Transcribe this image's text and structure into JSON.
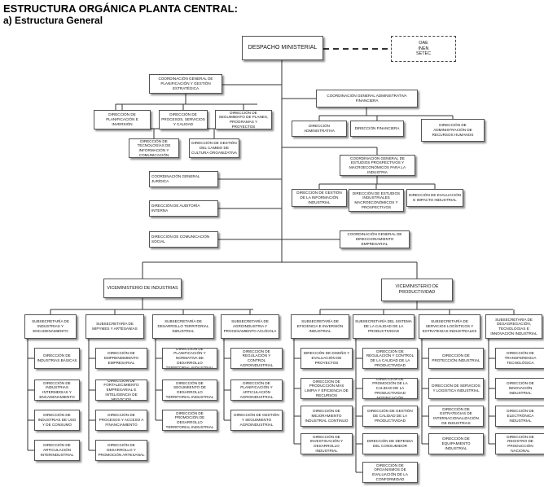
{
  "title": "ESTRUCTURA ORGÁNICA PLANTA CENTRAL:",
  "subtitle": "a) Estructura General",
  "nodes": {
    "despacho": "DESPACHO MINISTERIAL",
    "adscritas": "OAE\nINEN\nSETEC",
    "cg_planificacion": "COORDINACIÓN GENERAL DE PLANIFICACIÓN Y GESTIÓN ESTRATÉGICA",
    "d_planificacion_inversion": "DIRECCIÓN DE PLANIFICACIÓN E INVERSIÓN",
    "d_procesos_servicios": "DIRECCIÓN DE PROCESOS, SERVICIOS Y CALIDAD",
    "d_seguimiento_planes": "DIRECCIÓN DE SEGUIMIENTO DE PLANES, PROGRAMAS Y PROYECTOS",
    "d_tecnologias": "DIRECCIÓN DE TECNOLOGÍAS DE INFORMACIÓN Y COMUNICACIÓN",
    "d_gestion_cambio": "DIRECCIÓN DE GESTIÓN DEL CAMBIO DE CULTURA ORGANIZATIVA",
    "cg_juridica": "COORDINACIÓN GENERAL JURÍDICA",
    "d_auditoria": "DIRECCIÓN DE AUDITORÍA INTERNA",
    "d_comunicacion": "DIRECCIÓN DE COMUNICACIÓN SOCIAL",
    "cg_administrativa": "COORDINACIÓN GENERAL ADMINISTRATIVA FINANCIERA",
    "d_administrativa": "DIRECCIÓN ADMINISTRATIVA",
    "d_financiera": "DIRECCIÓN FINANCIERA",
    "d_talento": "DIRECCIÓN DE ADMINISTRACIÓN DE RECURSOS HUMANOS",
    "cg_estudios": "COORDINACIÓN GENERAL DE ESTUDIOS PROSPECTIVOS Y MACROECONÓMICOS PARA LA INDUSTRIA",
    "d_info_industrial": "DIRECCIÓN DE GESTIÓN DE LA INFORMACIÓN INDUSTRIAL",
    "d_estudios_industriales": "DIRECCIÓN DE ESTUDIOS INDUSTRIALES MACROECONÓMICOS Y PROSPECTIVOS",
    "d_evaluacion": "DIRECCIÓN DE EVALUACIÓN E IMPACTO INDUSTRIAL",
    "cg_direccionamiento": "COORDINACIÓN GENERAL DE DIRECCIONAMIENTO EMPRESARIAL",
    "vm_industrias": "VICEMINISTERIO DE INDUSTRIAS",
    "vm_productividad": "VICEMINISTERIO DE PRODUCTIVIDAD",
    "ss_industrias": "SUBSECRETARÍA DE INDUSTRIAS Y ENCADENAMIENTO",
    "ss_mipymes": "SUBSECRETARÍA DE MIPYMES Y ARTESANÍAS",
    "ss_territorial": "SUBSECRETARÍA DE DESARROLLO TERRITORIAL INDUSTRIAL",
    "ss_agroindustria": "SUBSECRETARÍA DE AGROINDUSTRIA Y PROCESAMIENTO ACUÍCOLA",
    "ss_eficiencia": "SUBSECRETARÍA DE EFICIENCIA E INVERSIÓN INDUSTRIAL",
    "ss_calidad": "SUBSECRETARÍA DEL SISTEMA DE LA CALIDAD DE LA PRODUCTIVIDAD",
    "ss_servicios": "SUBSECRETARÍA DE SERVICIOS LOGÍSTICOS Y ESTRATEGIAS INDUSTRIALES",
    "ss_desagregacion": "SUBSECRETARÍA DE DESAGREGACIÓN, TECNOLOGÍAS E INNOVACIÓN INDUSTRIAL"
  },
  "columns": {
    "ss_industrias": [
      "DIRECCIÓN DE INDUSTRIAS BÁSICAS",
      "DIRECCIÓN DE INDUSTRIAS INTERMEDIAS Y ENCADENAMIENTO",
      "DIRECCIÓN DE INDUSTRIAS DE USO Y DE CONSUMO",
      "DIRECCIÓN DE ARTICULACIÓN INTERINDUSTRIAL"
    ],
    "ss_mipymes": [
      "DIRECCIÓN DE EMPRENDIMIENTO EMPRESARIAL",
      "DIRECCIÓN DE FORTALECIMIENTO EMPRESARIAL E INTELIGENCIA DE NEGOCIOS",
      "DIRECCIÓN DE PROCESOS Y ACCESO A FINANCIAMIENTO",
      "DIRECCIÓN DE DESARROLLO Y PROMOCIÓN ARTESANAL"
    ],
    "ss_territorial": [
      "DIRECCIÓN DE PLANIFICACIÓN Y NORMATIVA DE DESARROLLO TERRITORIAL INDUSTRIAL",
      "DIRECCIÓN DE SEGUIMIENTO DE DESARROLLO TERRITORIAL INDUSTRIAL",
      "DIRECCIÓN DE PROMOCIÓN DE DESARROLLO TERRITORIAL INDUSTRIAL"
    ],
    "ss_agroindustria": [
      "DIRECCIÓN DE REGULACIÓN Y CONTROL AGROINDUSTRIAL",
      "DIRECCIÓN DE PLANIFICACIÓN Y ARTICULACIÓN AGROINDUSTRIAL",
      "DIRECCIÓN DE GESTIÓN Y SEGUIMIENTO AGROINDUSTRIAL"
    ],
    "ss_eficiencia": [
      "DIRECCIÓN DE DISEÑO Y EVALUACIÓN DE PROYECTOS",
      "DIRECCIÓN DE PRODUCCIÓN MÁS LIMPIA Y EFICIENCIA DE RECURSOS",
      "DIRECCIÓN DE MEJORAMIENTO INDUSTRIAL CONTINUO",
      "DIRECCIÓN DE INVESTIGACIÓN Y DESARROLLO INDUSTRIAL"
    ],
    "ss_calidad": [
      "DIRECCIÓN DE REGULACIÓN Y CONTROL DE LA CALIDAD DE LA PRODUCTIVIDAD",
      "DIRECCIÓN DE PROMOCIÓN DE LA CALIDAD DE LA PRODUCTIVIDAD NOTIFICACIÓN",
      "DIRECCIÓN DE GESTIÓN DE CALIDAD DE LA PRODUCTIVIDAD",
      "DIRECCIÓN DE DEFENSA DEL CONSUMIDOR",
      "DIRECCIÓN DE ORGANISMOS DE EVALUACIÓN DE LA CONFORMIDAD"
    ],
    "ss_servicios": [
      "DIRECCIÓN DE PROTECCIÓN INDUSTRIAL",
      "DIRECCIÓN DE SERVICIOS Y LOGÍSTICA INDUSTRIAL",
      "DIRECCIÓN DE ESTRATEGIAS DE INTERNACIONALIZACIÓN DE INDUSTRIAS",
      "DIRECCIÓN DE EQUIPAMIENTO INDUSTRIAL"
    ],
    "ss_desagregacion": [
      "DIRECCIÓN DE TRANSFERENCIA TECNOLÓGICA",
      "DIRECCIÓN DE INNOVACIÓN INDUSTRIAL",
      "DIRECCIÓN DE ELECTRÓNICA INDUSTRIAL",
      "DIRECCIÓN DE REGISTRO DE PRODUCCIÓN NACIONAL"
    ]
  }
}
